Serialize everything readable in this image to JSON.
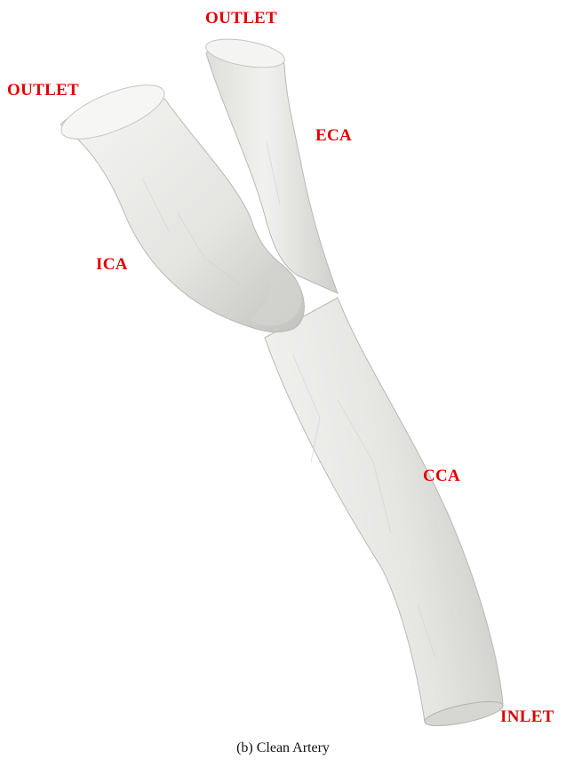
{
  "colors": {
    "label": "#e00000",
    "vessel_fill": "#ebebe8",
    "vessel_shade": "#bdbdb9",
    "vessel_dark": "#9a9a96"
  },
  "labels": {
    "outlet_top": "OUTLET",
    "outlet_left": "OUTLET",
    "eca": "ECA",
    "ica": "ICA",
    "cca": "CCA",
    "inlet": "INLET"
  },
  "caption": "(b) Clean Artery"
}
